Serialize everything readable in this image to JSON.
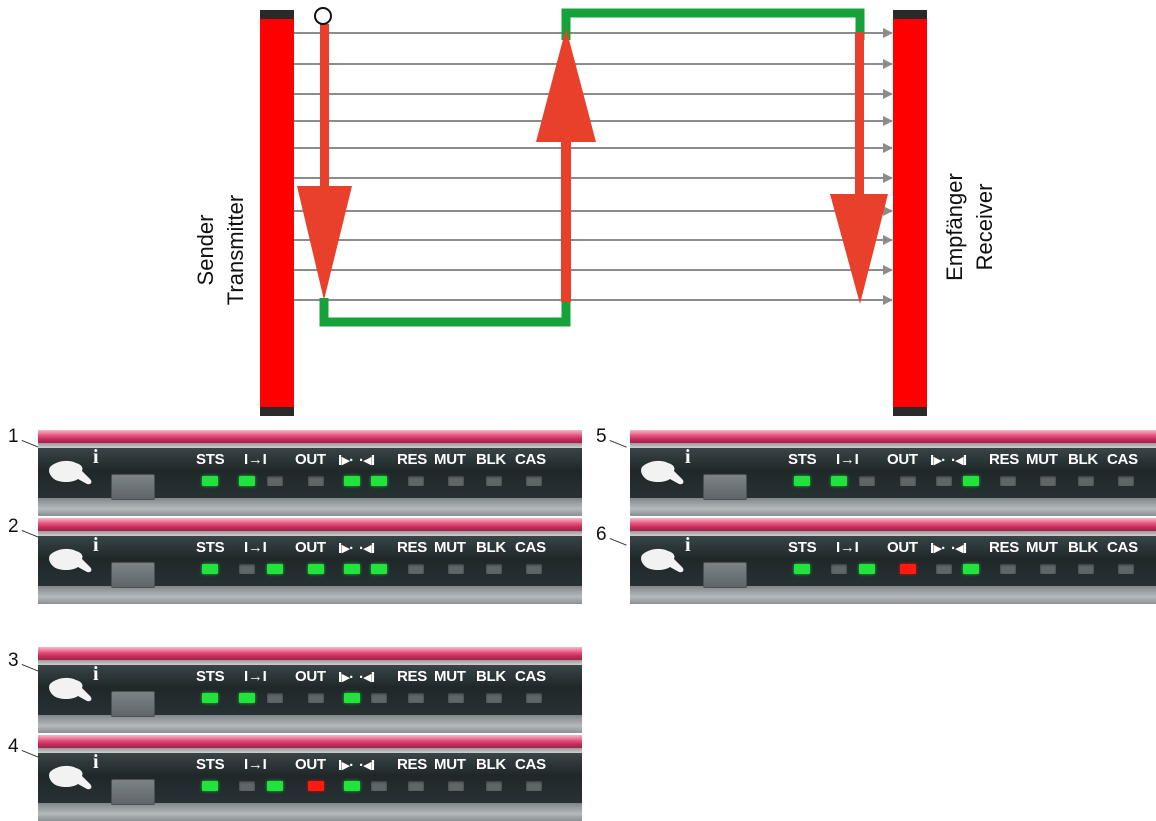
{
  "labels": {
    "sender_line1": "Sender",
    "sender_line2": "Transmitter",
    "receiver_line1": "Empfänger",
    "receiver_line2": "Receiver"
  },
  "panel_labels": [
    "STS",
    "I→I",
    "OUT",
    "I▸·",
    "·◂I",
    "RES",
    "MUT",
    "BLK",
    "CAS"
  ],
  "panels": [
    {
      "number": "1",
      "leds": [
        "green",
        "green",
        "off",
        "off",
        "green",
        "green",
        "off",
        "off",
        "off",
        "off"
      ]
    },
    {
      "number": "2",
      "leds": [
        "green",
        "off",
        "green",
        "green",
        "green",
        "green",
        "off",
        "off",
        "off",
        "off"
      ]
    },
    {
      "number": "3",
      "leds": [
        "green",
        "green",
        "off",
        "off",
        "green",
        "off",
        "off",
        "off",
        "off",
        "off"
      ]
    },
    {
      "number": "4",
      "leds": [
        "green",
        "off",
        "green",
        "red",
        "green",
        "off",
        "off",
        "off",
        "off",
        "off"
      ]
    },
    {
      "number": "5",
      "leds": [
        "green",
        "green",
        "off",
        "off",
        "off",
        "green",
        "off",
        "off",
        "off",
        "off"
      ]
    },
    {
      "number": "6",
      "leds": [
        "green",
        "off",
        "green",
        "red",
        "off",
        "green",
        "off",
        "off",
        "off",
        "off"
      ]
    }
  ],
  "colors": {
    "bar": "#ff0000",
    "beam": "#8c8c8c",
    "arrow": "#e8402a",
    "path": "#16a23a",
    "led_green": "#22e33b",
    "led_red": "#ff1a10"
  }
}
